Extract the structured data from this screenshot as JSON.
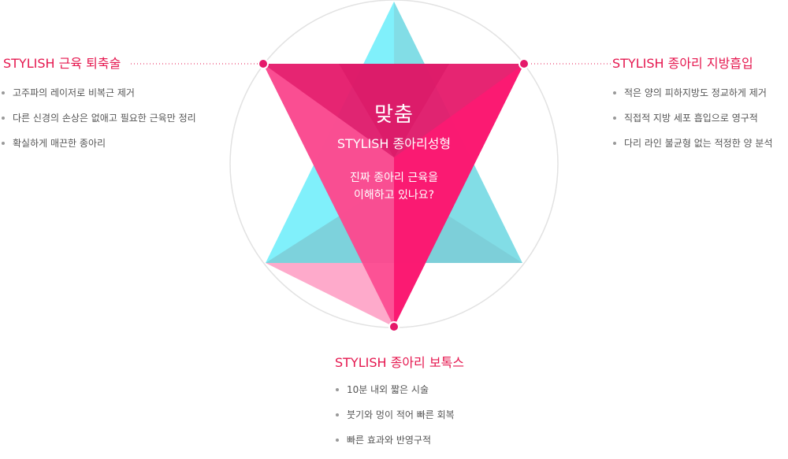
{
  "center": {
    "title": "맞춤",
    "subtitle": "STYLISH 종아리성형",
    "question_line1": "진짜 종아리 근육을",
    "question_line2": "이해하고 있나요?"
  },
  "blocks": {
    "left": {
      "title": "STYLISH 근육 퇴축술",
      "items": [
        "고주파의 레이저로 비복근 제거",
        "다른 신경의 손상은 없애고 필요한 근육만 정리",
        "확실하게 매끈한 종아리"
      ]
    },
    "right": {
      "title": "STYLISH 종아리 지방흡입",
      "items": [
        "적은 양의 피하지방도 정교하게 제거",
        "직접적 지방 세포 흡입으로 영구적",
        "다리 라인 불균형 없는 적정한 양 분석"
      ]
    },
    "bottom": {
      "title": "STYLISH 종아리 보톡스",
      "items": [
        "10분 내외 짧은 시술",
        "붓기와 멍이 적어 빠른 회복",
        "빠른 효과와 반영구적"
      ]
    }
  },
  "colors": {
    "accent": "#e5174f",
    "cyan_light": "#80f0fb",
    "cyan_dark": "#82dde6",
    "pink_dark": "#e5196a",
    "pink_hot": "#fd1a72",
    "pink_light": "#fd5698",
    "circle": "#e0e0e0",
    "text_gray": "#555555"
  }
}
